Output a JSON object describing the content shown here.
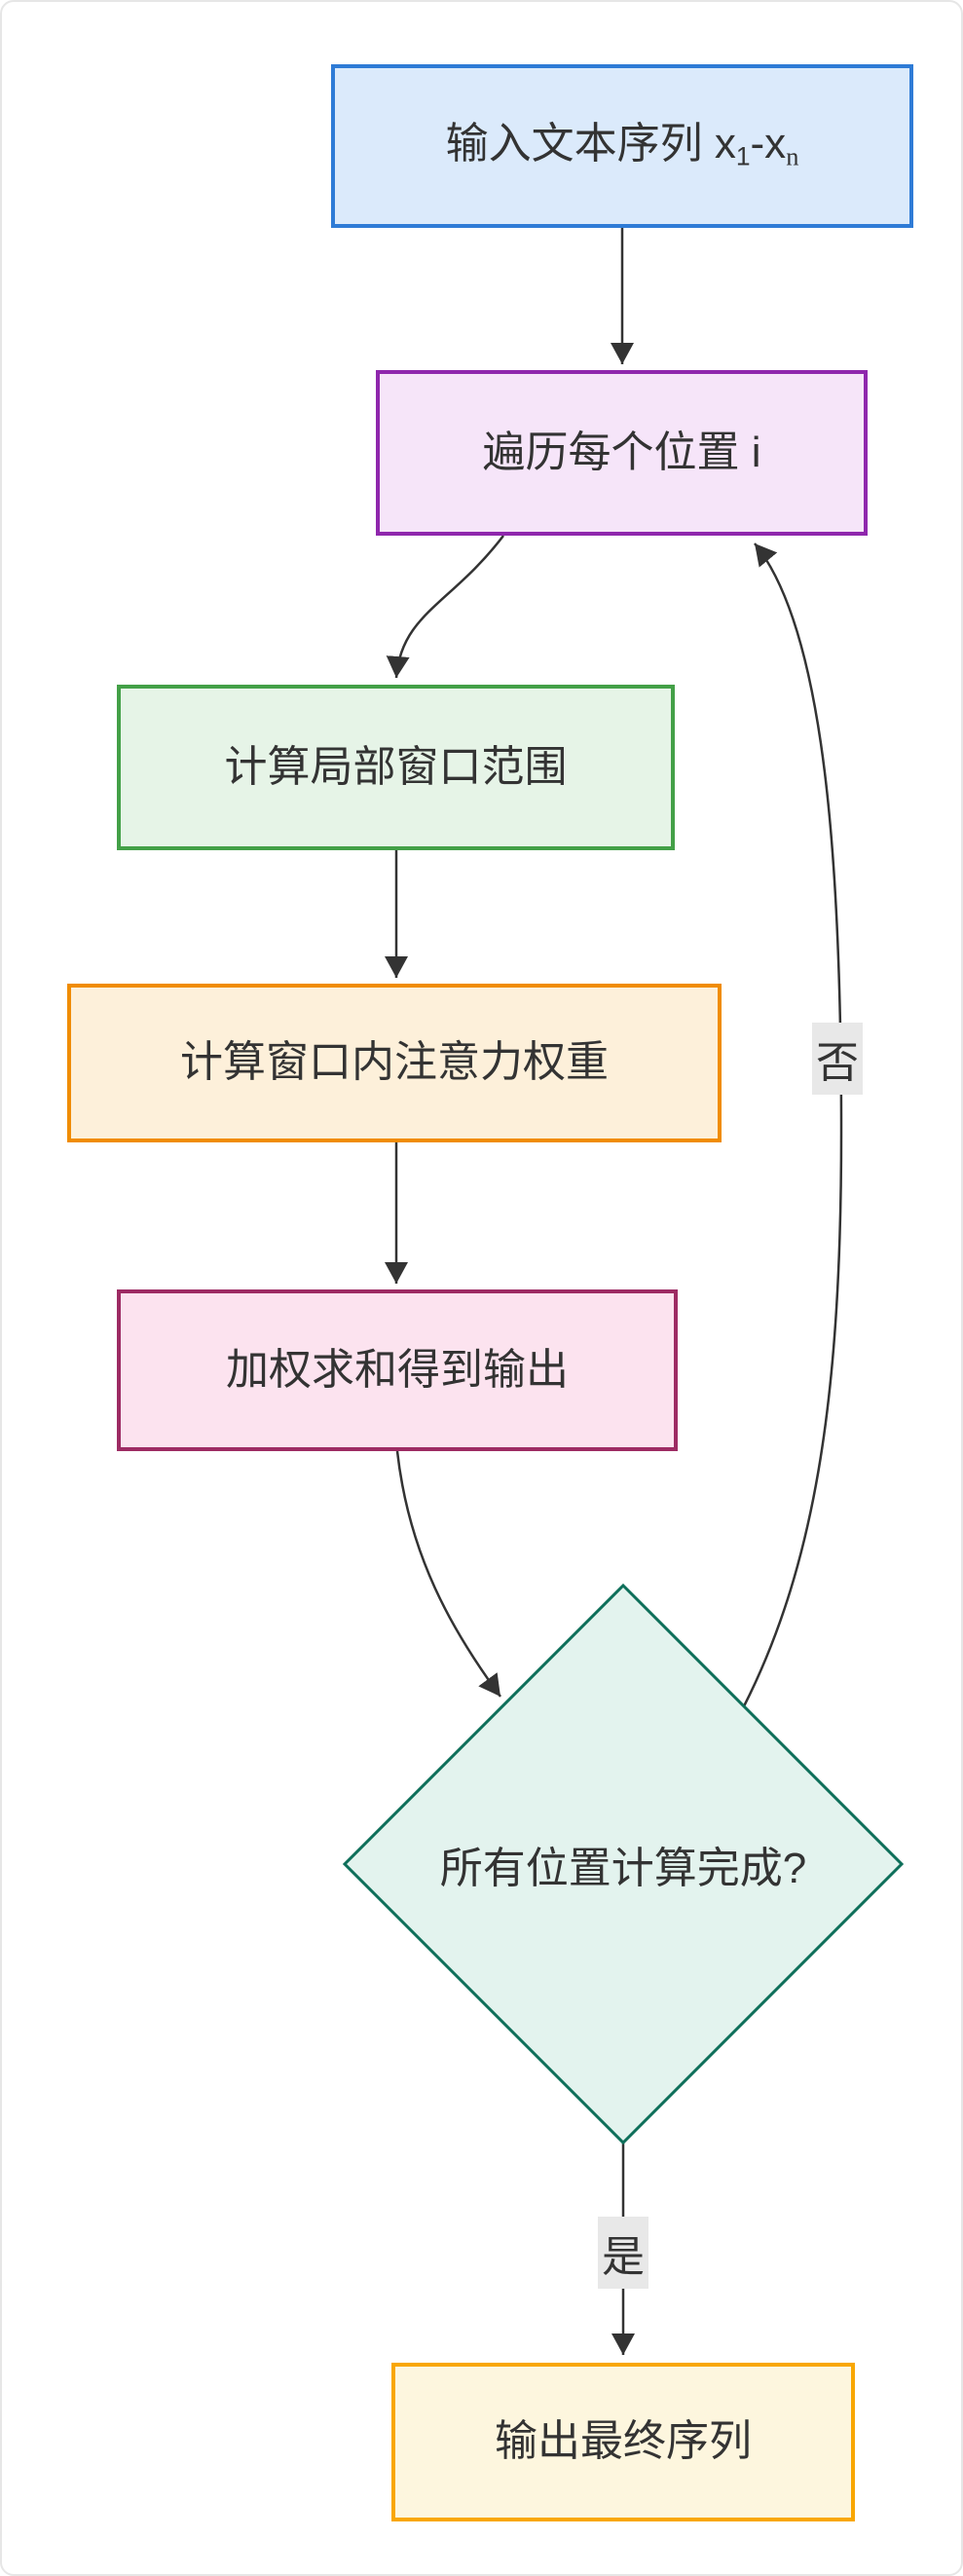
{
  "diagram": {
    "background": "#ffffff",
    "frame_color": "#e6e6e6",
    "edge_color": "#333333",
    "text_color": "#333333",
    "edge_label_bg": "#e8e8e8"
  },
  "nodes": {
    "input": {
      "label_prefix": "输入文本序列 x",
      "label_sub1": "1",
      "label_infix": "-x",
      "label_sub2": "n",
      "fill": "#dbeafb",
      "border": "#2e7bd6"
    },
    "loop": {
      "label": "遍历每个位置 i",
      "fill": "#f6e5f9",
      "border": "#8f27ad"
    },
    "window": {
      "label": "计算局部窗口范围",
      "fill": "#e6f4e7",
      "border": "#43a047"
    },
    "attention": {
      "label": "计算窗口内注意力权重",
      "fill": "#fdf0da",
      "border": "#f08c00"
    },
    "weighted": {
      "label": "加权求和得到输出",
      "fill": "#fce3ef",
      "border": "#9d2b63"
    },
    "decision": {
      "label": "所有位置计算完成?",
      "fill": "#e3f3ee",
      "border": "#0e6f5a"
    },
    "output": {
      "label": "输出最终序列",
      "fill": "#fdf6de",
      "border": "#f9a702"
    }
  },
  "edges": {
    "no_label": "否",
    "yes_label": "是"
  }
}
